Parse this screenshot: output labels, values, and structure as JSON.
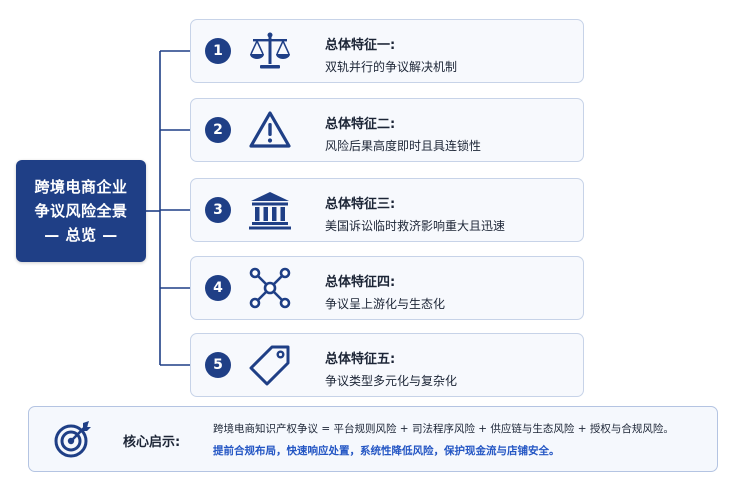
{
  "root": {
    "lines": [
      "跨境电商企业",
      "争议风险全景",
      "— 总览 —"
    ]
  },
  "features": [
    {
      "num": "1",
      "title": "总体特征一:",
      "desc": "双轨并行的争议解决机制",
      "icon": "scale-icon"
    },
    {
      "num": "2",
      "title": "总体特征二:",
      "desc": "风险后果高度即时且具连锁性",
      "icon": "warning-icon"
    },
    {
      "num": "3",
      "title": "总体特征三:",
      "desc": "美国诉讼临时救济影响重大且迅速",
      "icon": "courthouse-icon"
    },
    {
      "num": "4",
      "title": "总体特征四:",
      "desc": "争议呈上游化与生态化",
      "icon": "network-icon"
    },
    {
      "num": "5",
      "title": "总体特征五:",
      "desc": "争议类型多元化与复杂化",
      "icon": "tag-icon"
    }
  ],
  "summary": {
    "label": "核心启示:",
    "line1": "跨境电商知识产权争议 = 平台规则风险 + 司法程序风险 + 供应链与生态风险 + 授权与合规风险。",
    "line2": "提前合规布局，快速响应处置，系统性降低风险，保护现金流与店铺安全。",
    "icon": "target-icon"
  },
  "colors": {
    "primary": "#1f3f86",
    "card_bg": "#f7f9fd",
    "card_border": "#c7d3e8",
    "accent_text": "#2456c4"
  }
}
